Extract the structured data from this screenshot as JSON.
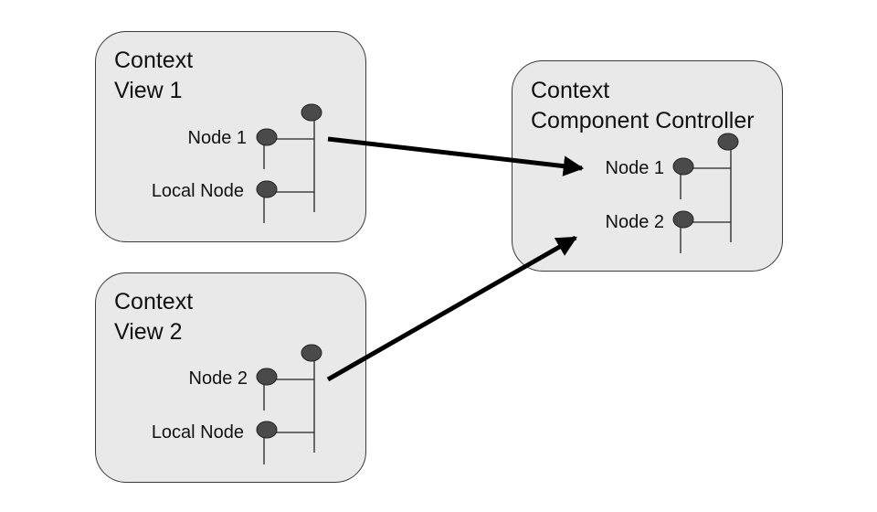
{
  "boxes": {
    "view1": {
      "title_line1": "Context",
      "title_line2": "View 1",
      "node_label": "Node 1",
      "local_label": "Local Node"
    },
    "view2": {
      "title_line1": "Context",
      "title_line2": "View 2",
      "node_label": "Node 2",
      "local_label": "Local Node"
    },
    "controller": {
      "title_line1": "Context",
      "title_line2": "Component Controller",
      "node1_label": "Node 1",
      "node2_label": "Node 2"
    }
  },
  "colors": {
    "box_fill": "#e9e9e9",
    "node_fill": "#4a4a4a",
    "arrow": "#000000"
  }
}
